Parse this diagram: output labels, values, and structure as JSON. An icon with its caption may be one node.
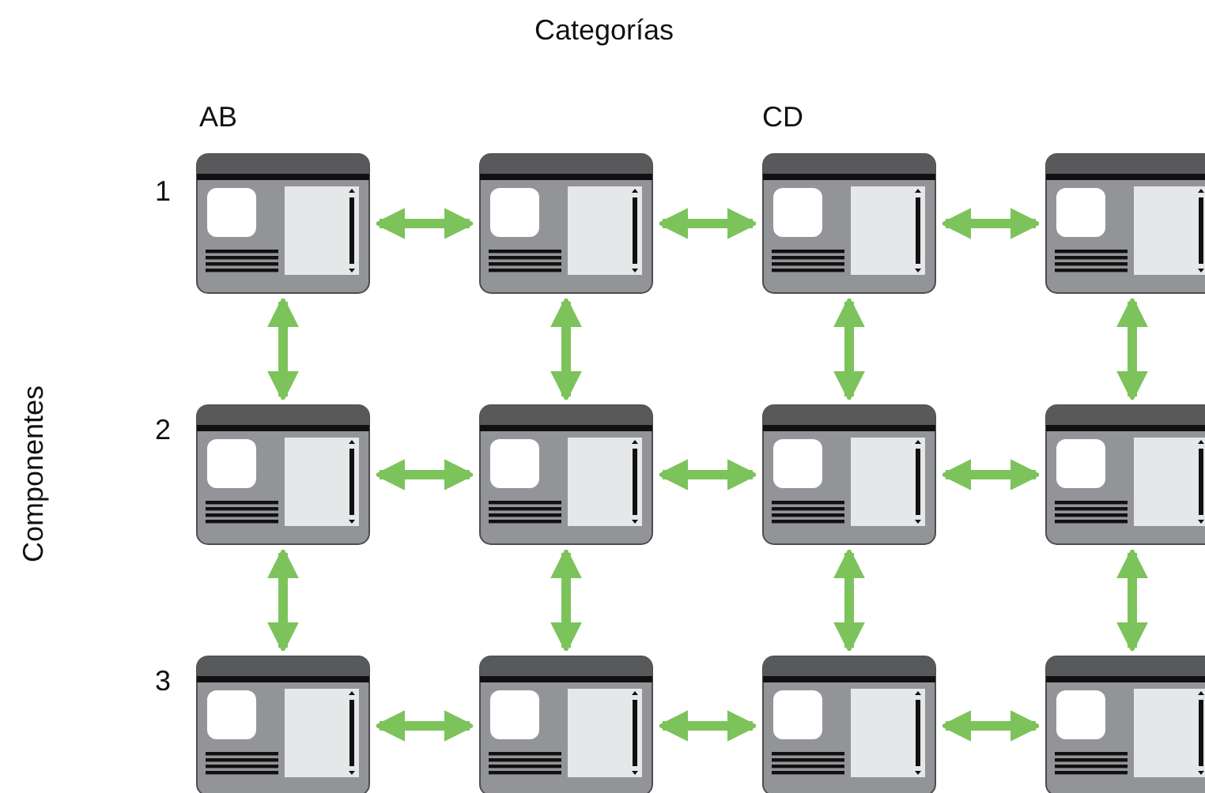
{
  "diagram": {
    "title": "Categorías",
    "nodes": [
      {
        "text": [],
        "shape": "picture"
      },
      {
        "text": [],
        "shape": "picture"
      },
      {
        "text": [],
        "shape": "picture"
      },
      {
        "text": [],
        "shape": "picture"
      },
      {
        "text": [],
        "shape": "picture"
      },
      {
        "text": [],
        "shape": "picture"
      },
      {
        "text": [],
        "shape": "picture"
      },
      {
        "text": [],
        "shape": "picture"
      },
      {
        "text": [],
        "shape": "picture"
      },
      {
        "text": [],
        "shape": "picture"
      },
      {
        "text": [],
        "shape": "picture"
      },
      {
        "text": [],
        "shape": "picture"
      }
    ],
    "edges": [
      {
        "from": 0,
        "to": 1,
        "arrow": "both"
      },
      {
        "from": 1,
        "to": 2,
        "arrow": "both"
      },
      {
        "from": 2,
        "to": 3,
        "arrow": "both"
      },
      {
        "from": 0,
        "to": 4,
        "arrow": "both"
      },
      {
        "from": 1,
        "to": 5,
        "arrow": "both"
      },
      {
        "from": 2,
        "to": 6,
        "arrow": "both"
      },
      {
        "from": 3,
        "to": 7,
        "arrow": "both"
      },
      {
        "from": 4,
        "to": 5,
        "arrow": "both"
      },
      {
        "from": 5,
        "to": 6,
        "arrow": "both"
      },
      {
        "from": 6,
        "to": 7,
        "arrow": "both"
      },
      {
        "from": 4,
        "to": 8,
        "arrow": "both"
      },
      {
        "from": 5,
        "to": 9,
        "arrow": "both"
      },
      {
        "from": 6,
        "to": 10,
        "arrow": "both"
      },
      {
        "from": 7,
        "to": 11,
        "arrow": "both"
      },
      {
        "from": 8,
        "to": 9,
        "arrow": "both"
      },
      {
        "from": 9,
        "to": 10,
        "arrow": "both"
      },
      {
        "from": 10,
        "to": 11,
        "arrow": "both"
      }
    ],
    "labels": [
      "AB",
      "CD",
      "1",
      "2",
      "3",
      "Componentes"
    ]
  }
}
